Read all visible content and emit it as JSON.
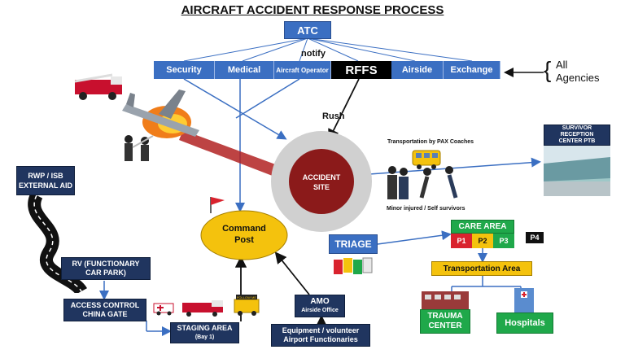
{
  "title": "AIRCRAFT ACCIDENT RESPONSE PROCESS",
  "atc": "ATC",
  "notify": "notify",
  "agencies": [
    {
      "label": "Security"
    },
    {
      "label": "Medical"
    },
    {
      "label": "Aircraft Operator"
    },
    {
      "label": "RFFS"
    },
    {
      "label": "Airside"
    },
    {
      "label": "Exchange"
    }
  ],
  "all_agencies": {
    "line1": "All",
    "line2": "Agencies"
  },
  "rush": "Rush",
  "accident_site": {
    "line1": "ACCIDENT",
    "line2": "SITE"
  },
  "transport_pax": "Transportation by PAX Coaches",
  "survivor_reception": {
    "line1": "SURVIVOR",
    "line2": "RECEPTION",
    "line3": "CENTER PTB"
  },
  "minor_injured": "Minor injured / Self survivors",
  "rwp": {
    "line1": "RWP / ISB",
    "line2": "EXTERNAL AID"
  },
  "command_post": {
    "line1": "Command",
    "line2": "Post"
  },
  "triage": "TRIAGE",
  "care_area": "CARE AREA",
  "priorities": [
    {
      "label": "P1",
      "color": "#d9232e"
    },
    {
      "label": "P2",
      "color": "#f4c20d"
    },
    {
      "label": "P3",
      "color": "#1fa84a"
    }
  ],
  "p4": "P4",
  "transportation_area": "Transportation Area",
  "rv": {
    "line1": "RV (FUNCTIONARY",
    "line2": "CAR PARK)"
  },
  "access_control": {
    "line1": "ACCESS CONTROL",
    "line2": "CHINA GATE"
  },
  "staging_area": {
    "line1": "STAGING AREA",
    "line2": "(Bay 1)"
  },
  "amo": {
    "line1": "AMO",
    "line2": "Airside Office"
  },
  "equipment": {
    "line1": "Equipment / volunteer",
    "line2": "Airport Functionaries"
  },
  "trauma_center": {
    "line1": "TRAUMA",
    "line2": "CENTER"
  },
  "hospitals": "Hospitals",
  "follow_me": "FOLLOW ME",
  "colors": {
    "blue": "#3b6fc2",
    "navy": "#20355f",
    "green": "#1fa84a",
    "yellow": "#f4c20d",
    "dark_red": "#8b1a1a"
  }
}
